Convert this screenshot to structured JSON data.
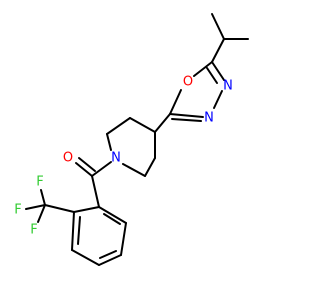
{
  "molecule": {
    "colors": {
      "bond": "#000000",
      "oxygen": "#ff0000",
      "nitrogen": "#0000ff",
      "fluorine": "#33cc33",
      "background": "#ffffff"
    },
    "atom_labels": {
      "oxadiazole_o": "O",
      "oxadiazole_n1": "N",
      "oxadiazole_n2": "N",
      "piperidine_n": "N",
      "carbonyl_o": "O",
      "f_top": "F",
      "f_left": "F",
      "f_bottom": "F"
    }
  }
}
